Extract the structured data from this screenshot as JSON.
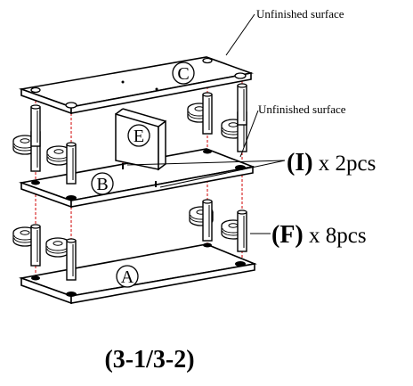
{
  "notes": {
    "top": "Unfinished surface",
    "middle": "Unfinished surface"
  },
  "plates": {
    "c": "C",
    "e": "E",
    "b": "B",
    "a": "A"
  },
  "callouts": {
    "i_letter": "(I)",
    "i_qty": " x 2pcs",
    "f_letter": "(F)",
    "f_qty": " x 8pcs"
  },
  "caption": "(3-1/3-2)"
}
